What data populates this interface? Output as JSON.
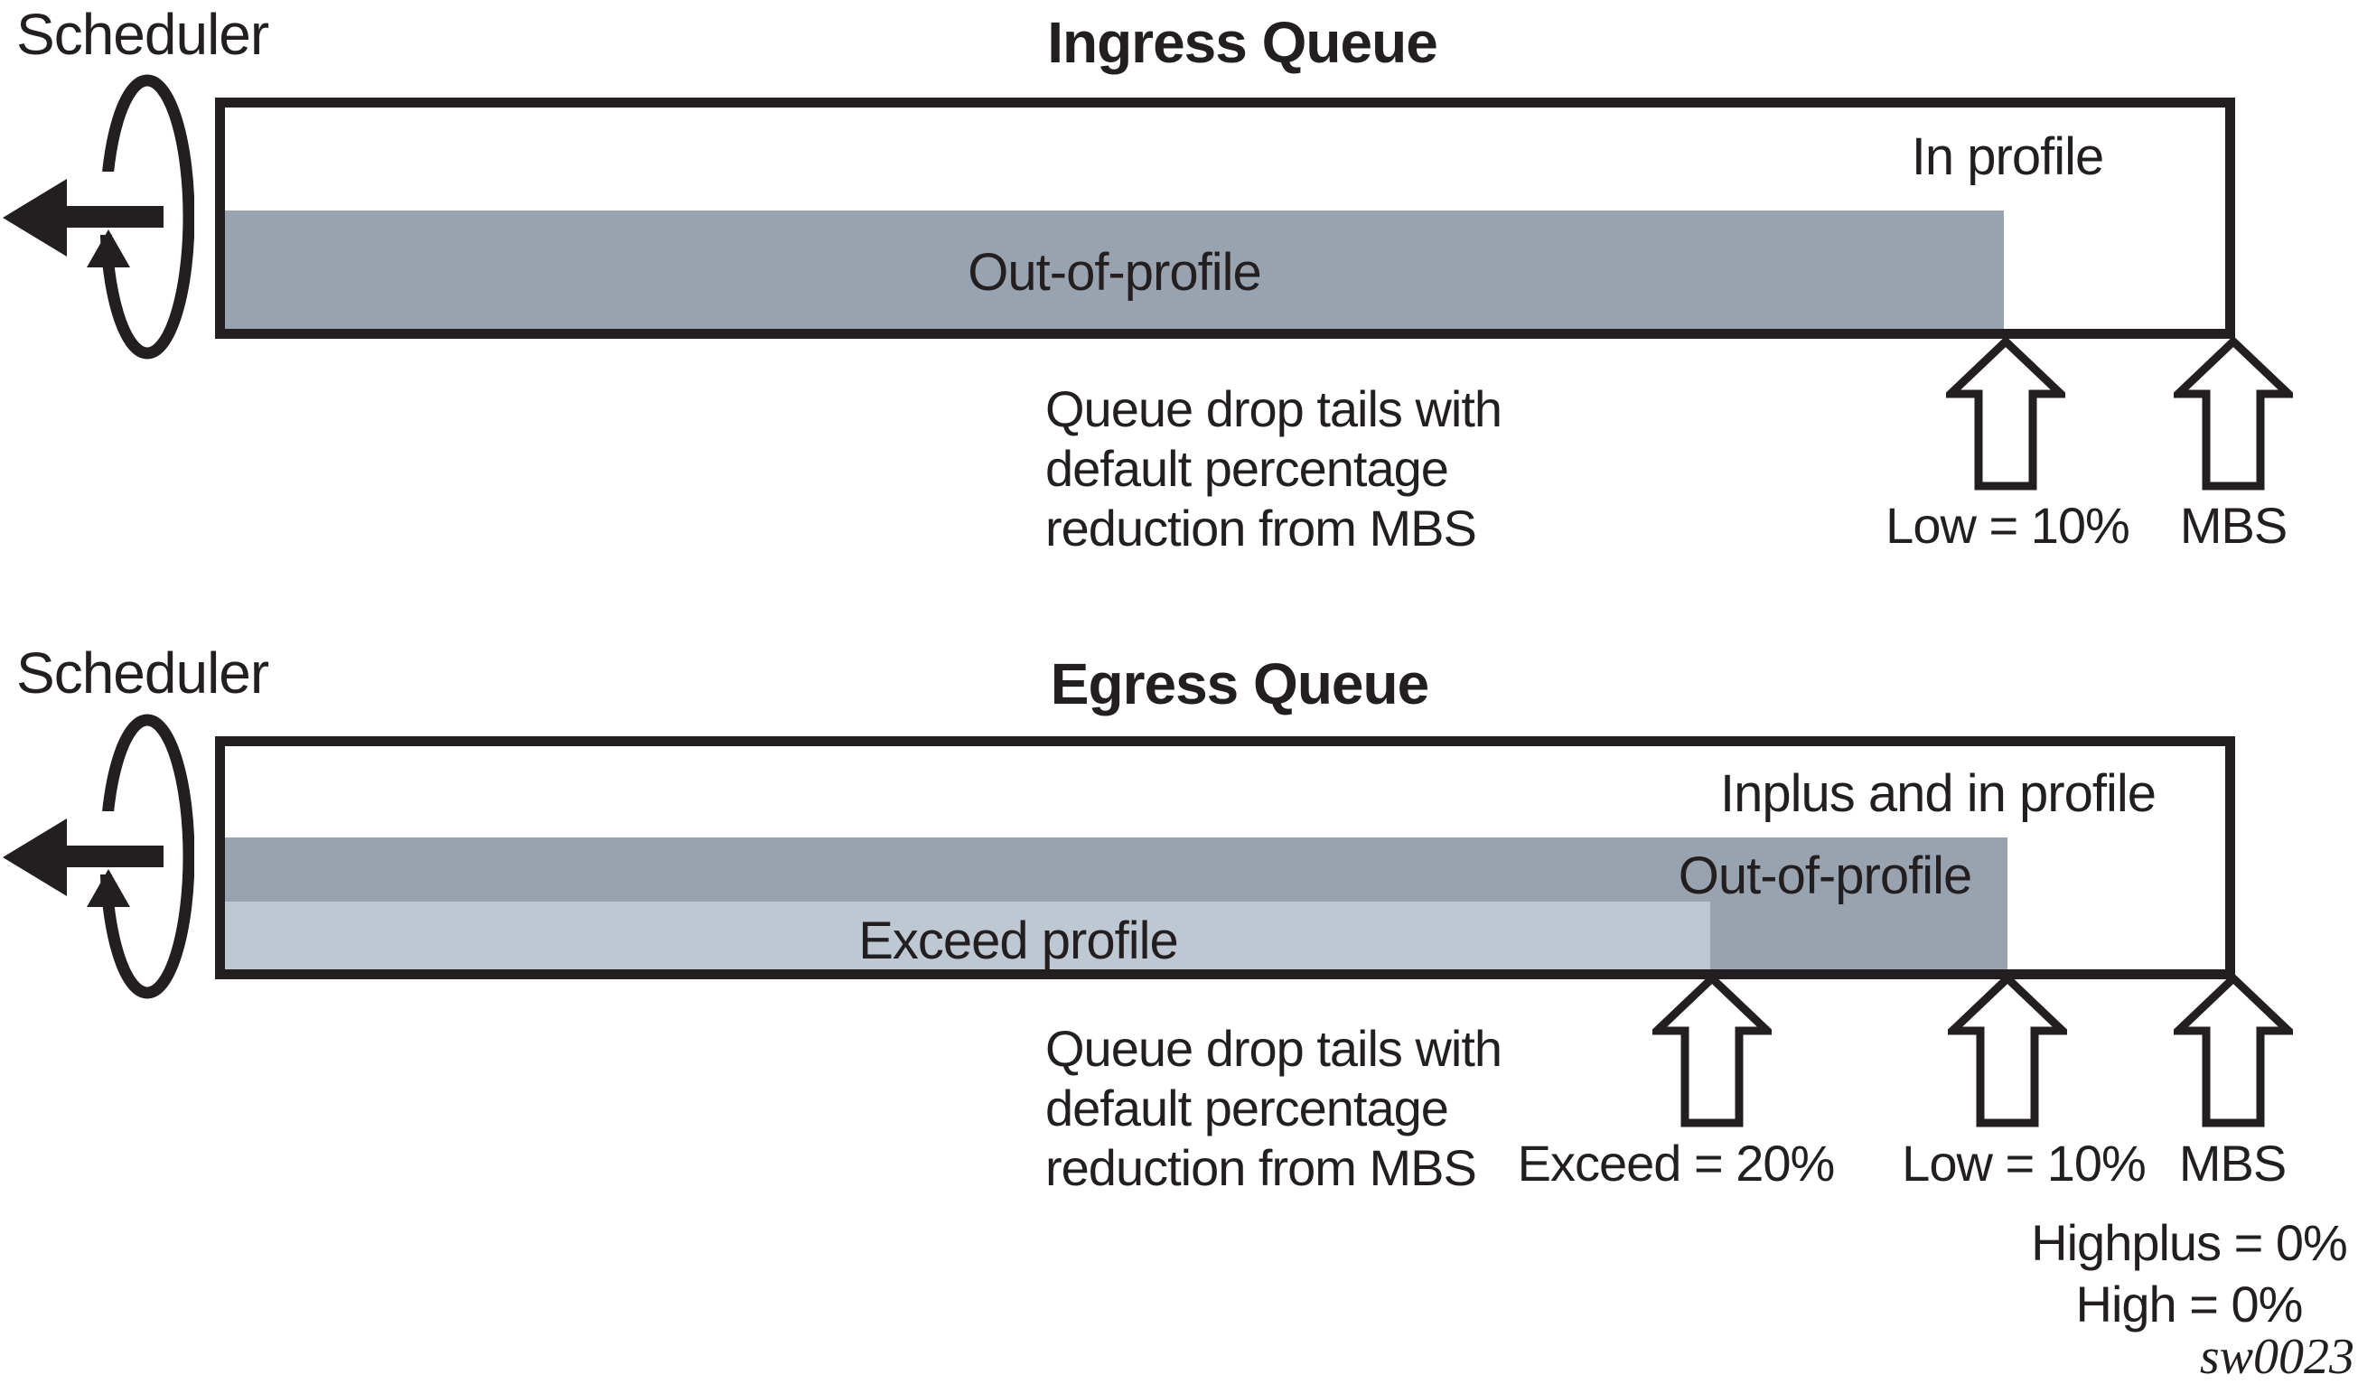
{
  "diagram": {
    "colors": {
      "line": "#231F20",
      "dark_bar": "#99A3AF",
      "light_bar": "#BEC8D2",
      "bg": "#FFFFFF"
    },
    "ingress": {
      "scheduler_label": "Scheduler",
      "title": "Ingress Queue",
      "in_profile_label": "In profile",
      "out_of_profile_label": "Out-of-profile",
      "note": "Queue drop tails with\ndefault percentage\nreduction from MBS",
      "markers": [
        {
          "label": "Low = 10%"
        },
        {
          "label": "MBS"
        }
      ]
    },
    "egress": {
      "scheduler_label": "Scheduler",
      "title": "Egress Queue",
      "inplus_in_profile_label": "Inplus and in profile",
      "out_of_profile_label": "Out-of-profile",
      "exceed_profile_label": "Exceed profile",
      "note": "Queue drop tails with\ndefault percentage\nreduction from MBS",
      "markers": [
        {
          "label": "Exceed = 20%"
        },
        {
          "label": "Low = 10%"
        },
        {
          "label": "MBS"
        }
      ],
      "extra_labels": [
        "Highplus = 0%",
        "High = 0%"
      ]
    },
    "watermark": "sw0023"
  }
}
